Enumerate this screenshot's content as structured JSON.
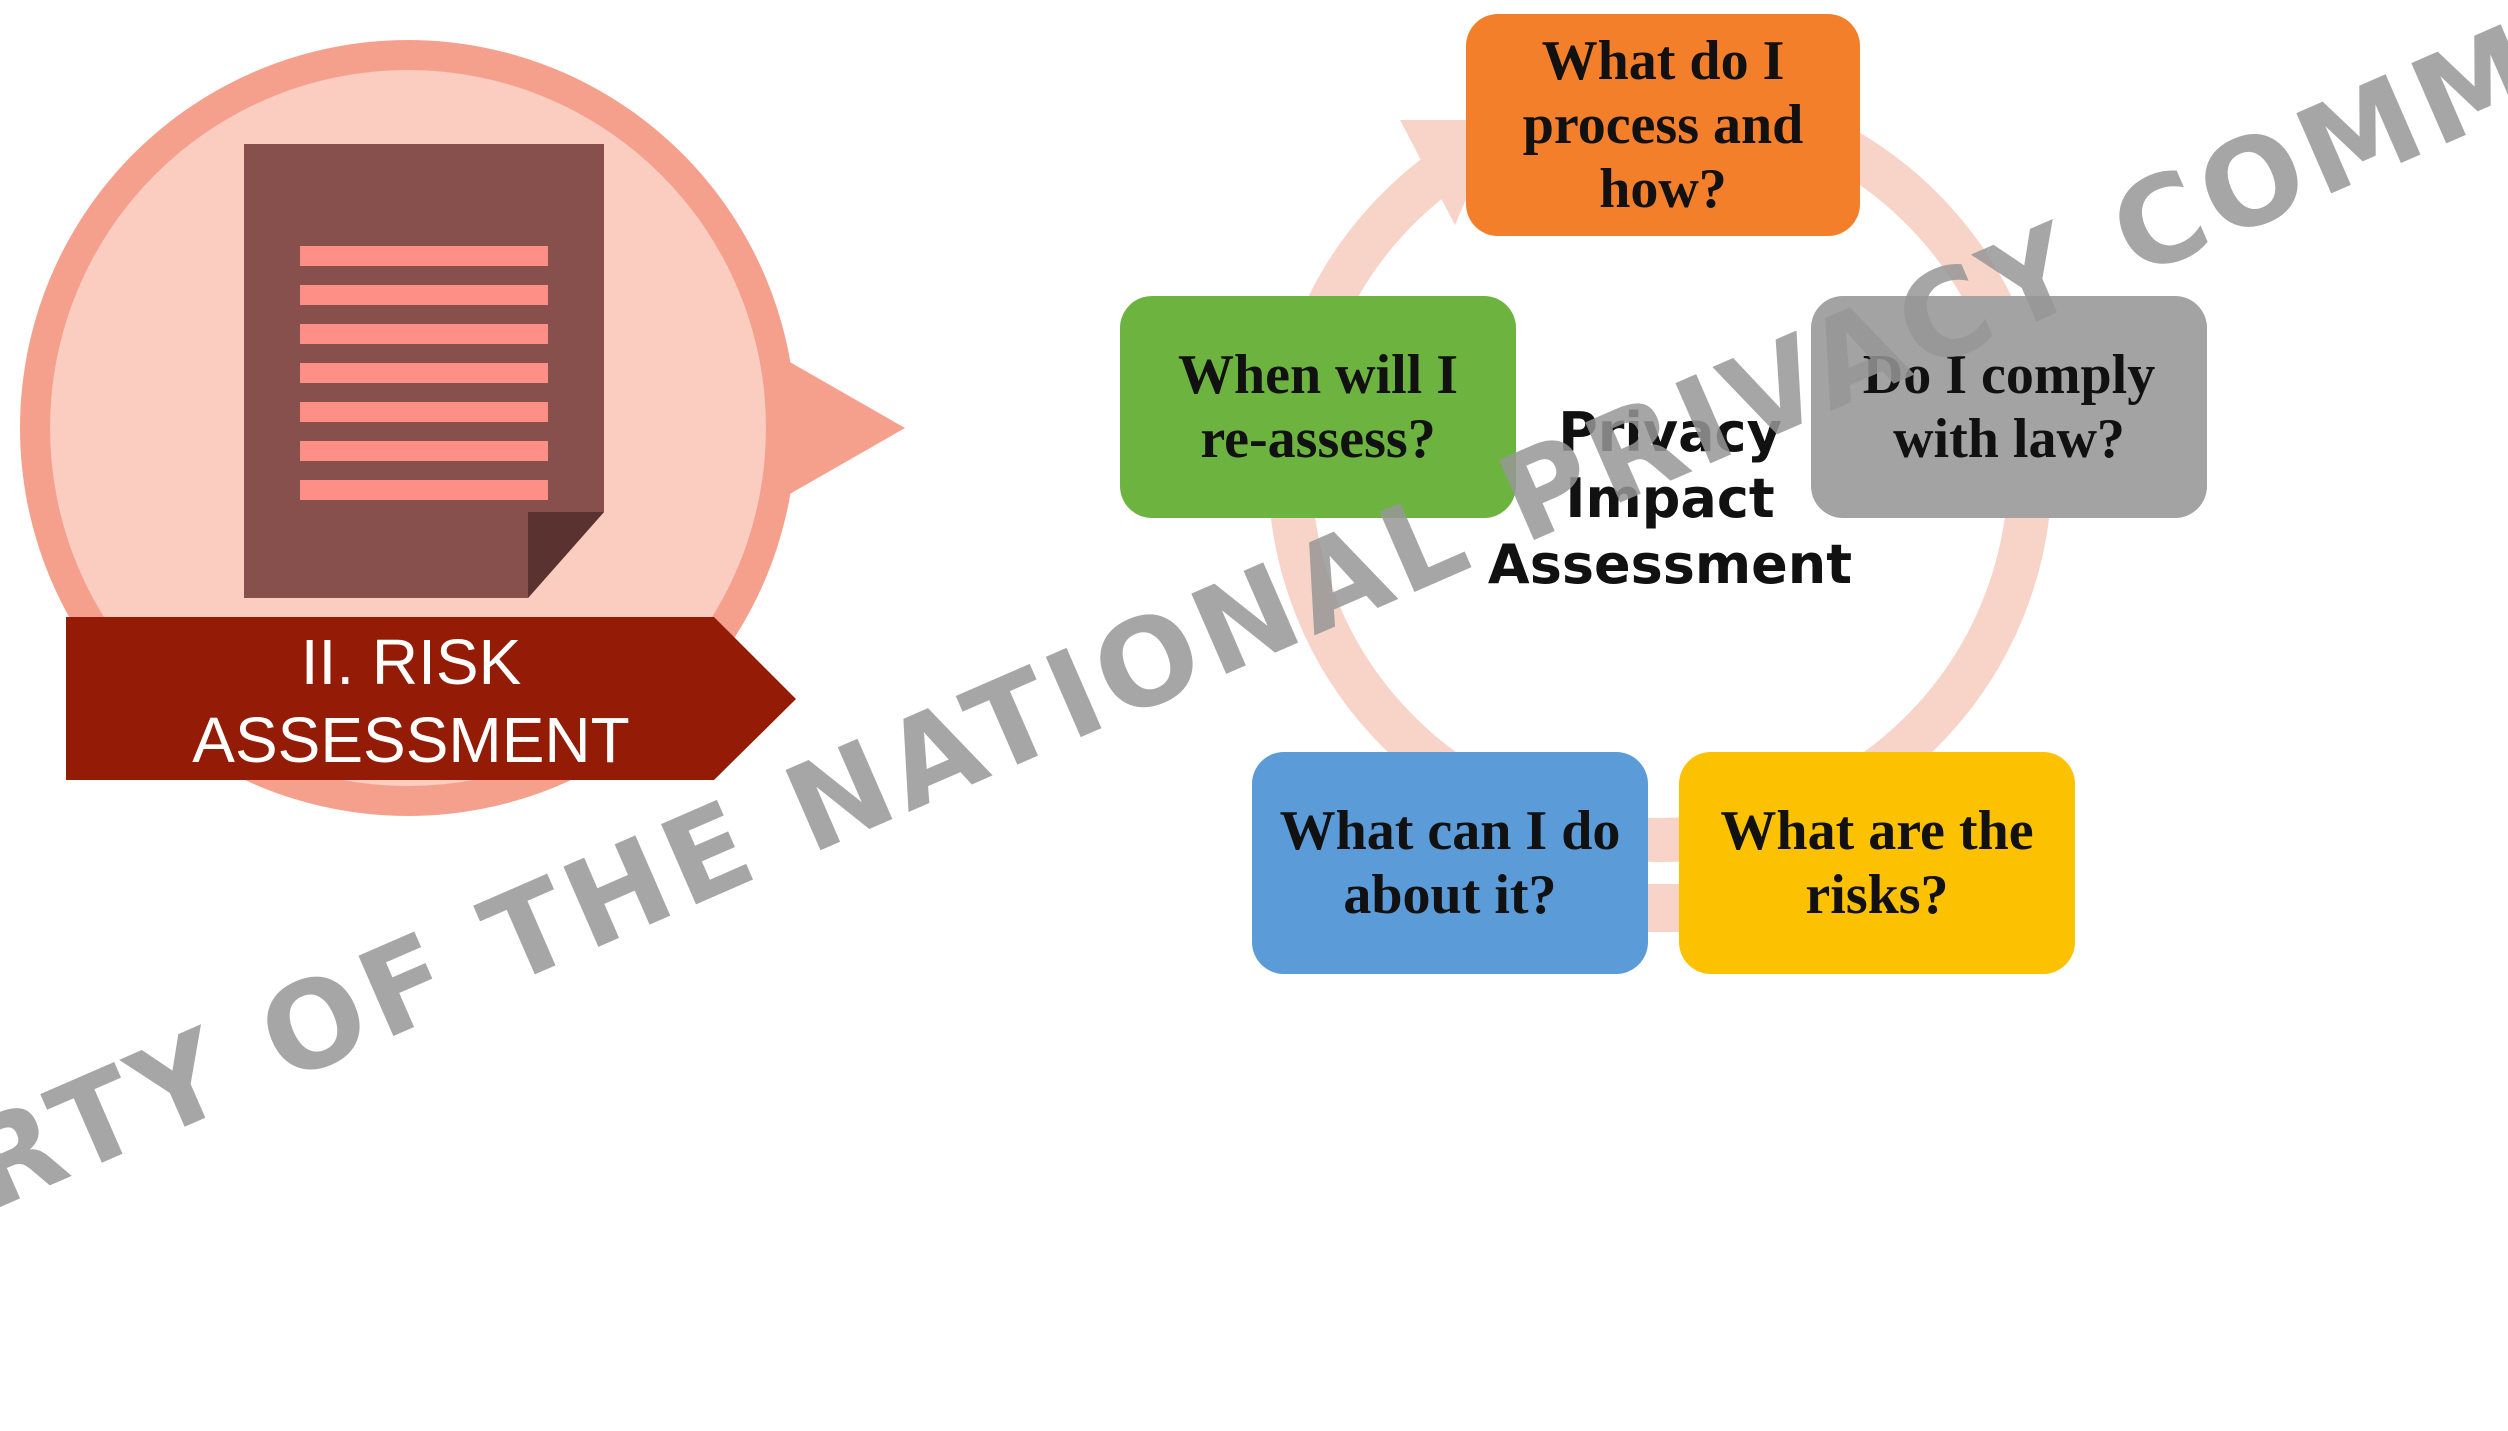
{
  "left_panel": {
    "banner_line1": "II. RISK",
    "banner_line2": "ASSESSMENT",
    "icon": "document-icon"
  },
  "cycle": {
    "center_title": "Privacy\nImpact\nAssessment",
    "steps": [
      {
        "id": "process",
        "label": "What do I\nprocess and\nhow?",
        "color": "#f47f2b"
      },
      {
        "id": "comply",
        "label": "Do I  comply\nwith law?",
        "color": "#a3a3a3"
      },
      {
        "id": "risks",
        "label": "What are  the\nrisks?",
        "color": "#fcc100"
      },
      {
        "id": "action",
        "label": "What can I do\nabout it?",
        "color": "#5a9bd8"
      },
      {
        "id": "reassess",
        "label": "When will I\nre-assess?",
        "color": "#6db33f"
      }
    ]
  },
  "watermark": "PROPERTY OF THE NATIONAL PRIVACY COMMISSION",
  "colors": {
    "banner": "#941c06",
    "circle_outer": "#f5a08d",
    "circle_inner": "#fbcdc1",
    "document": "#87504c",
    "document_lines": "#fd8f87",
    "ring": "#f8d3c8"
  }
}
